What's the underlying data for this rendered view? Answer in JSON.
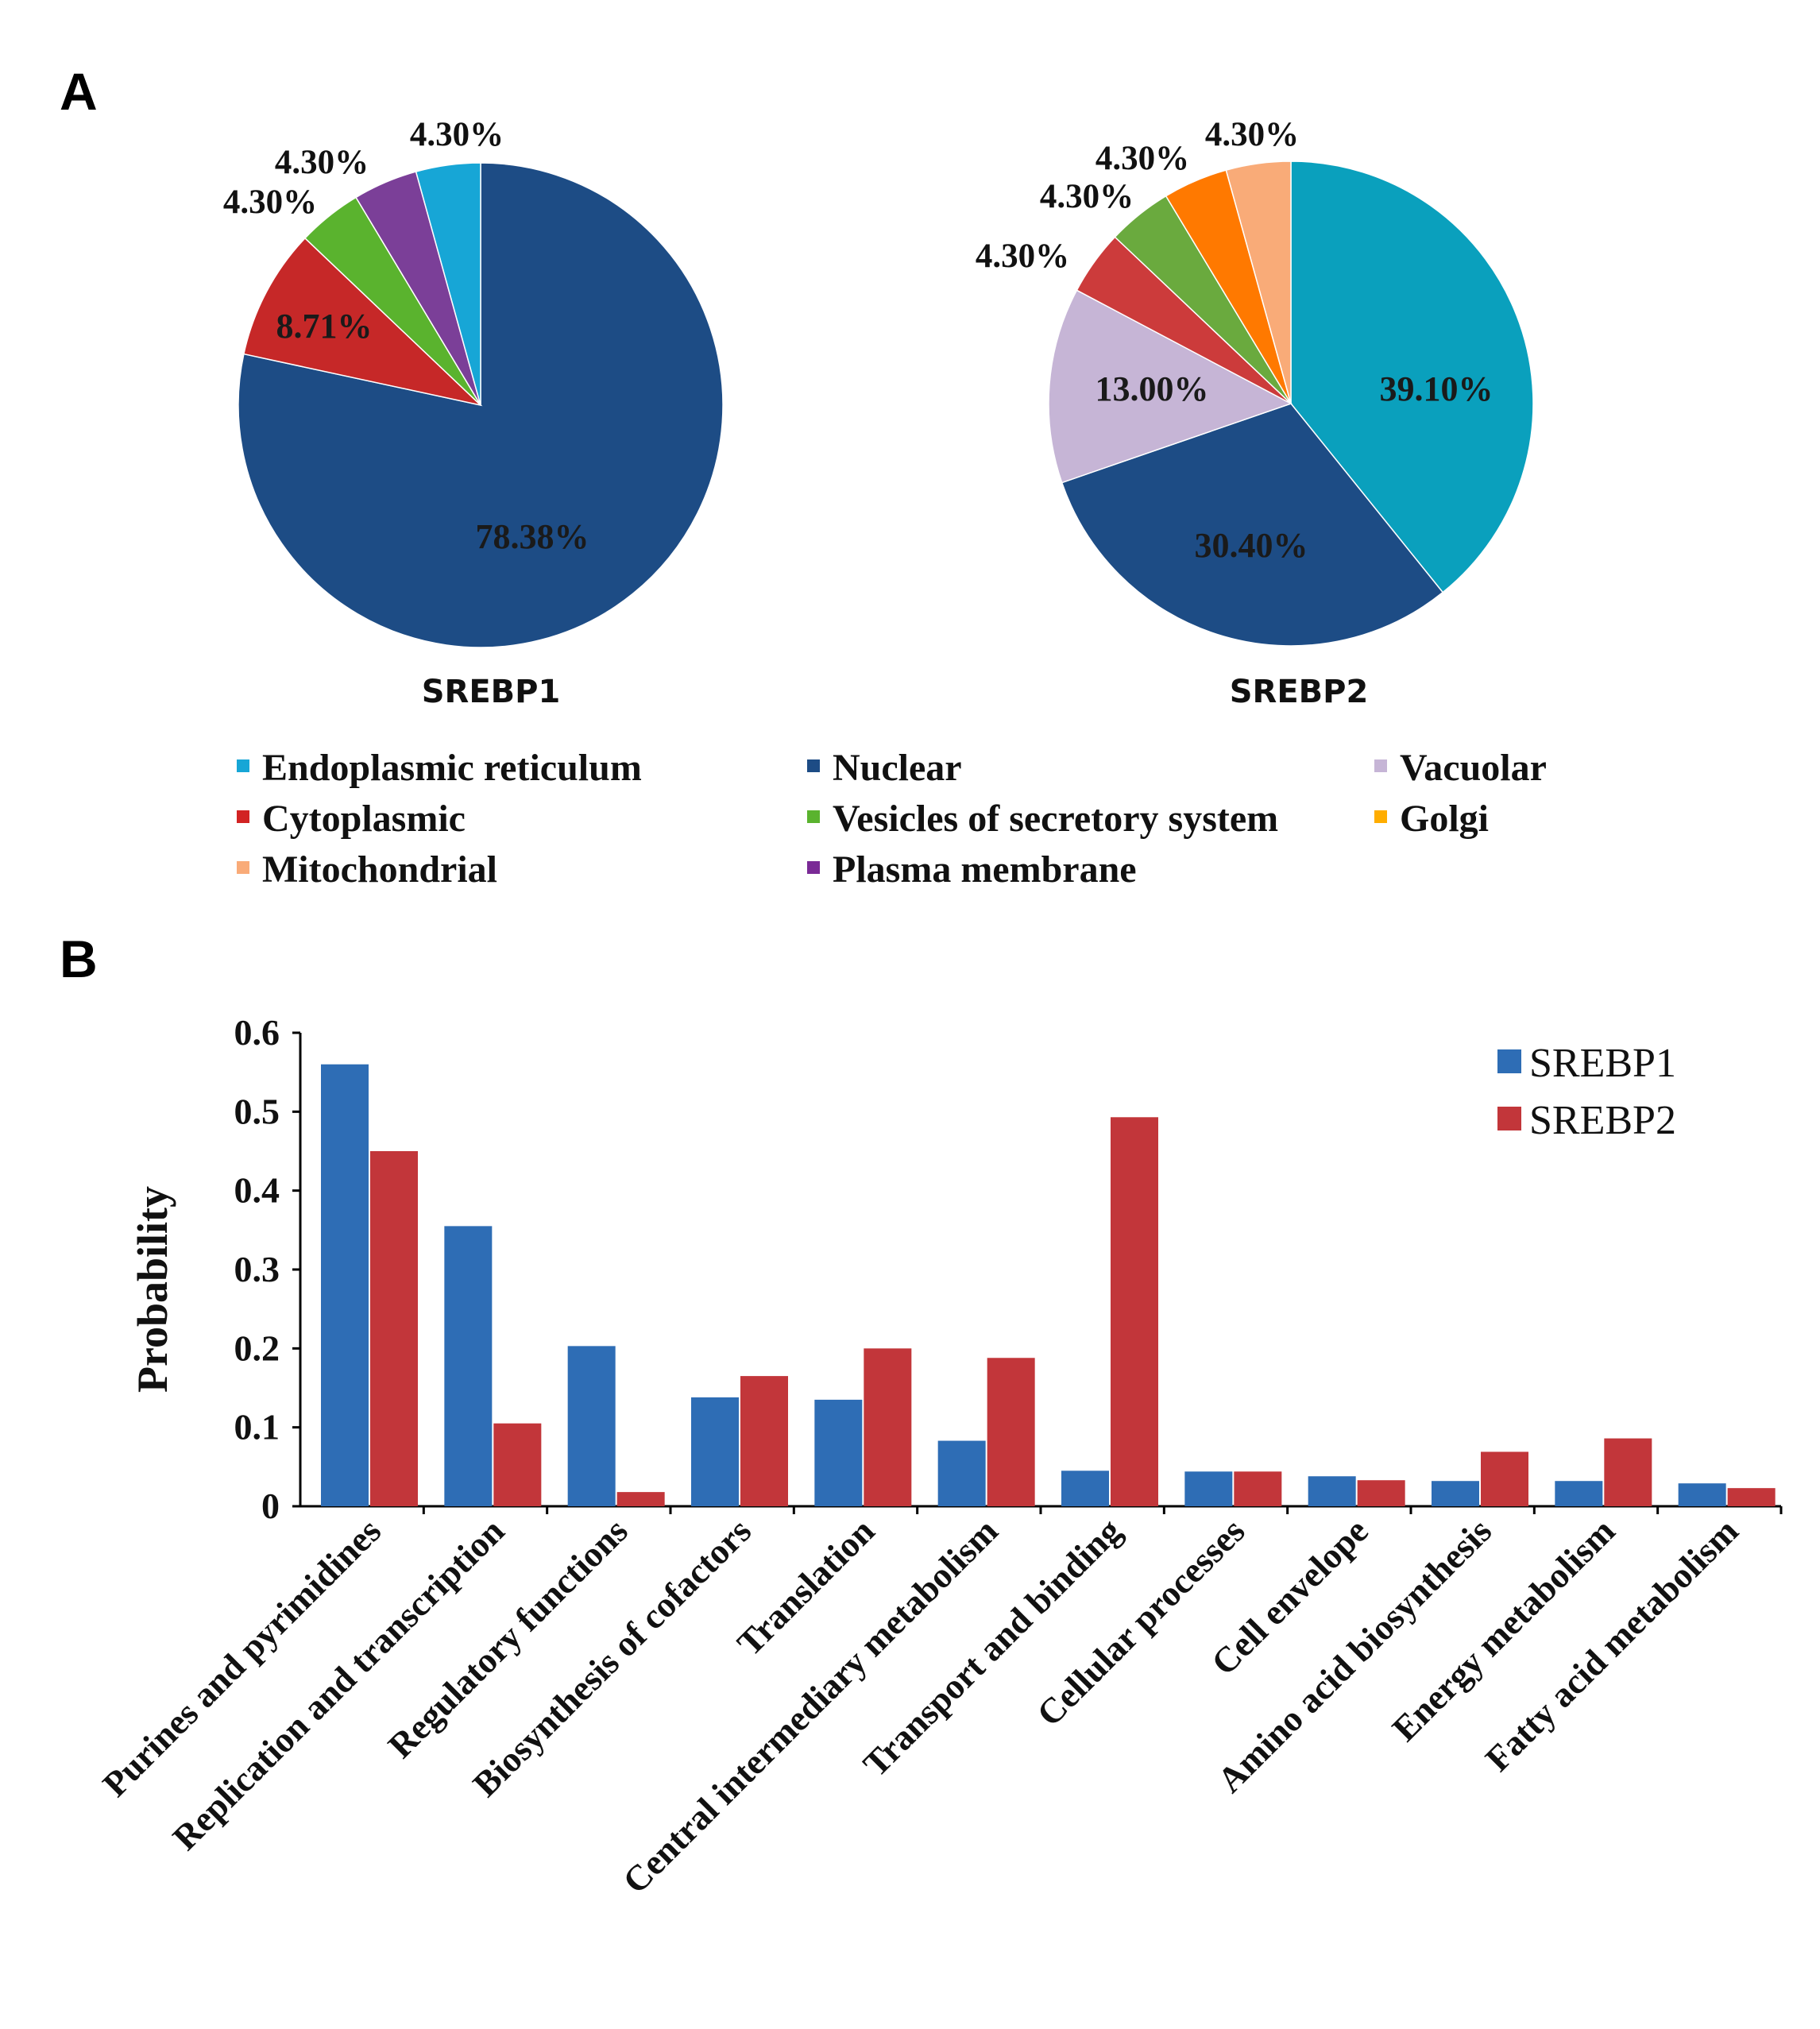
{
  "panels": {
    "a": "A",
    "b": "B"
  },
  "pie_legend": [
    {
      "label": "Endoplasmic reticulum",
      "color": "#17a6d6"
    },
    {
      "label": "Nuclear",
      "color": "#1d4c85"
    },
    {
      "label": "Vacuolar",
      "color": "#c6b5d6"
    },
    {
      "label": "Cytoplasmic",
      "color": "#d22323"
    },
    {
      "label": "Vesicles of secretory system",
      "color": "#5ab32e"
    },
    {
      "label": "Golgi",
      "color": "#ffad00"
    },
    {
      "label": "Mitochondrial",
      "color": "#f9ab78"
    },
    {
      "label": "Plasma membrane",
      "color": "#7a2a96"
    }
  ],
  "chart_data": [
    {
      "type": "pie",
      "title": "SREBP1",
      "slices": [
        {
          "category": "Nuclear",
          "value": 78.38,
          "label": "78.38%",
          "color": "#1d4c85"
        },
        {
          "category": "Cytoplasmic",
          "value": 8.71,
          "label": "8.71%",
          "color": "#c62828"
        },
        {
          "category": "Vesicles of secretory system",
          "value": 4.3,
          "label": "4.30%",
          "color": "#5ab32e"
        },
        {
          "category": "Plasma membrane",
          "value": 4.3,
          "label": "4.30%",
          "color": "#7b3f98"
        },
        {
          "category": "Endoplasmic reticulum",
          "value": 4.3,
          "label": "4.30%",
          "color": "#17a6d6"
        }
      ]
    },
    {
      "type": "pie",
      "title": "SREBP2",
      "slices": [
        {
          "category": "Endoplasmic reticulum",
          "value": 39.1,
          "label": "39.10%",
          "color": "#0aa0bd"
        },
        {
          "category": "Nuclear",
          "value": 30.4,
          "label": "30.40%",
          "color": "#1d4c85"
        },
        {
          "category": "Vacuolar",
          "value": 13.0,
          "label": "13.00%",
          "color": "#c6b5d6"
        },
        {
          "category": "Cytoplasmic",
          "value": 4.3,
          "label": "4.30%",
          "color": "#cc3b3b"
        },
        {
          "category": "Vesicles of secretory system",
          "value": 4.3,
          "label": "4.30%",
          "color": "#6aaa3e"
        },
        {
          "category": "Golgi",
          "value": 4.3,
          "label": "4.30%",
          "color": "#ff7900"
        },
        {
          "category": "Mitochondrial",
          "value": 4.3,
          "label": "4.30%",
          "color": "#f9ab78"
        }
      ]
    },
    {
      "type": "bar",
      "ylabel": "Probability",
      "ylim": [
        0,
        0.6
      ],
      "yticks": [
        "0",
        "0.1",
        "0.2",
        "0.3",
        "0.4",
        "0.5",
        "0.6"
      ],
      "legend_position": "top-right",
      "categories": [
        "Purines and pyrimidines",
        "Replication and transcription",
        "Regulatory functions",
        "Biosynthesis of cofactors",
        "Translation",
        "Central intermediary metabolism",
        "Transport and binding",
        "Cellular processes",
        "Cell envelope",
        "Amino acid biosynthesis",
        "Energy metabolism",
        "Fatty acid metabolism"
      ],
      "series": [
        {
          "name": "SREBP1",
          "color": "#2e6db5",
          "values": [
            0.56,
            0.355,
            0.203,
            0.138,
            0.135,
            0.083,
            0.045,
            0.044,
            0.038,
            0.032,
            0.032,
            0.029
          ]
        },
        {
          "name": "SREBP2",
          "color": "#c2363a",
          "values": [
            0.45,
            0.105,
            0.018,
            0.165,
            0.2,
            0.188,
            0.493,
            0.044,
            0.033,
            0.069,
            0.086,
            0.023
          ]
        }
      ]
    }
  ]
}
